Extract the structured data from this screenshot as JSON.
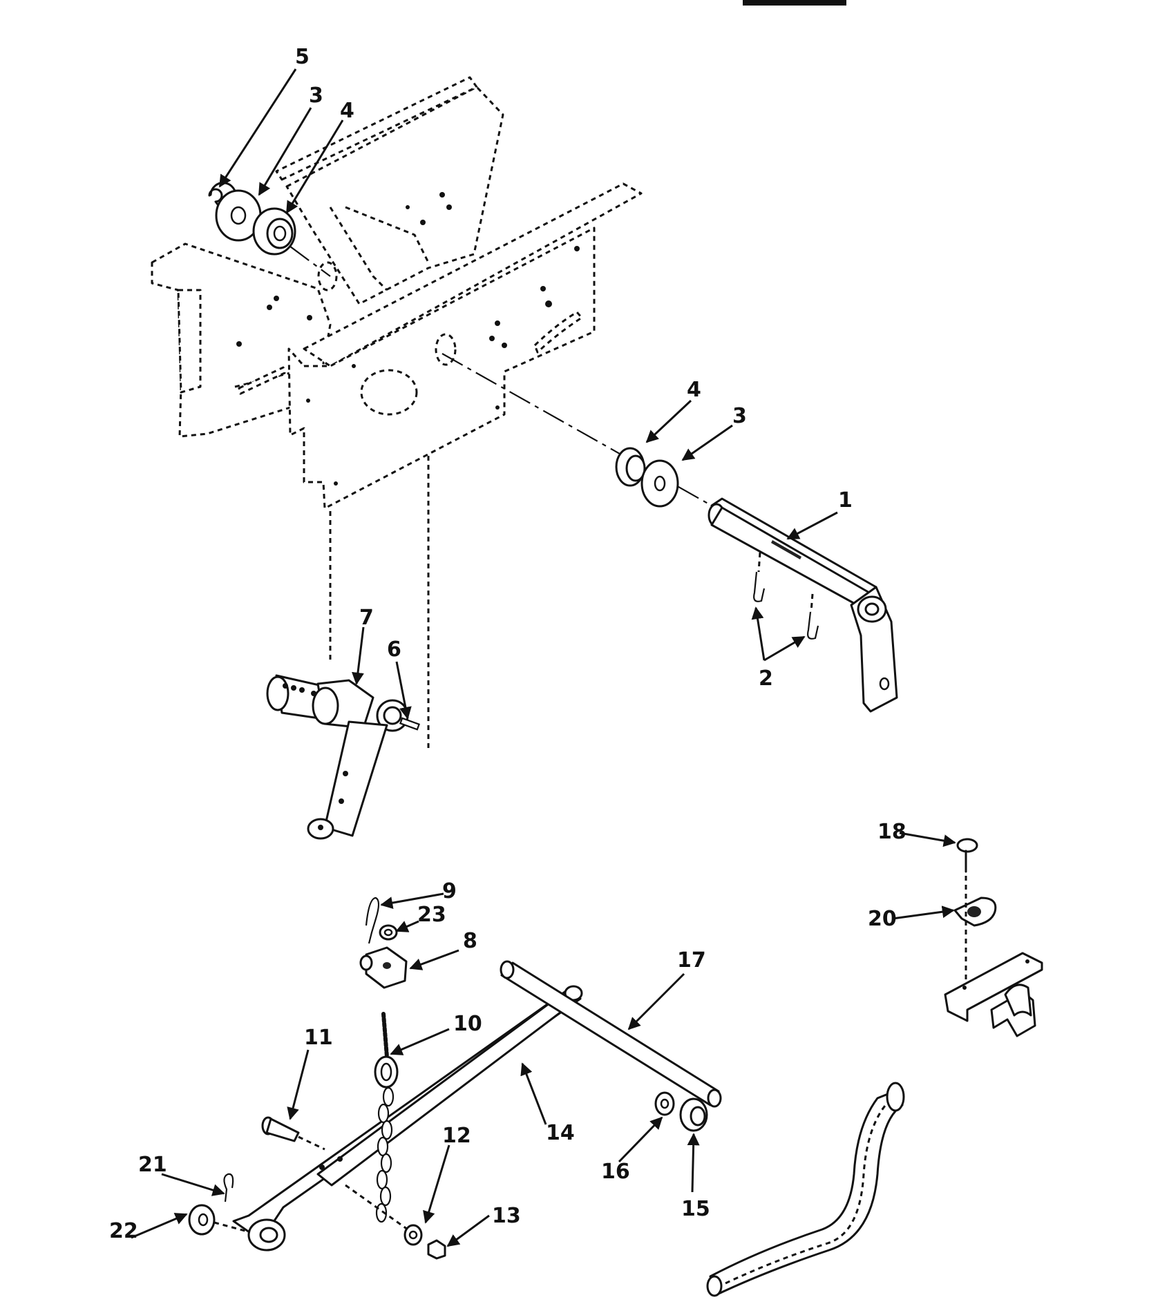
{
  "diagram": {
    "callouts": [
      {
        "id": "c1",
        "label": "1"
      },
      {
        "id": "c2",
        "label": "2"
      },
      {
        "id": "c3a",
        "label": "3"
      },
      {
        "id": "c3b",
        "label": "3"
      },
      {
        "id": "c4a",
        "label": "4"
      },
      {
        "id": "c4b",
        "label": "4"
      },
      {
        "id": "c5",
        "label": "5"
      },
      {
        "id": "c6",
        "label": "6"
      },
      {
        "id": "c7",
        "label": "7"
      },
      {
        "id": "c8",
        "label": "8"
      },
      {
        "id": "c9",
        "label": "9"
      },
      {
        "id": "c10",
        "label": "10"
      },
      {
        "id": "c11",
        "label": "11"
      },
      {
        "id": "c12",
        "label": "12"
      },
      {
        "id": "c13",
        "label": "13"
      },
      {
        "id": "c14",
        "label": "14"
      },
      {
        "id": "c15",
        "label": "15"
      },
      {
        "id": "c16",
        "label": "16"
      },
      {
        "id": "c17",
        "label": "17"
      },
      {
        "id": "c18",
        "label": "18"
      },
      {
        "id": "c20",
        "label": "20"
      },
      {
        "id": "c21",
        "label": "21"
      },
      {
        "id": "c22",
        "label": "22"
      },
      {
        "id": "c23",
        "label": "23"
      }
    ]
  }
}
